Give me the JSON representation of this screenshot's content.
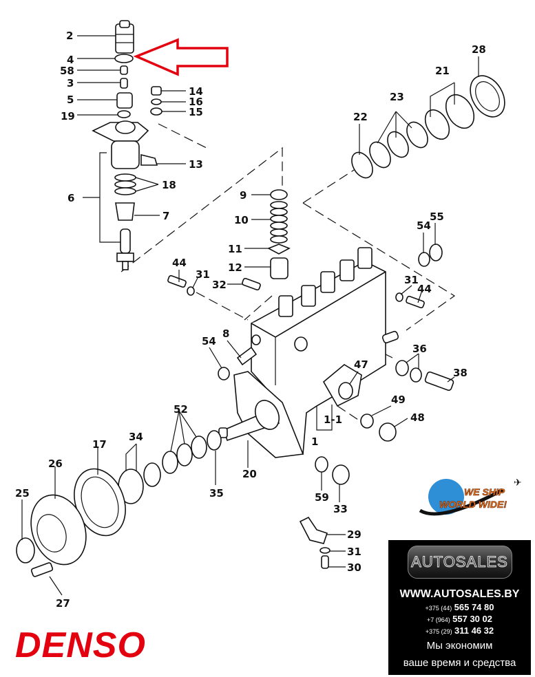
{
  "brand": {
    "name": "DENSO",
    "color": "#e3000f"
  },
  "diagram": {
    "title": "Fuel injection pump exploded parts diagram",
    "highlight_arrow": {
      "color": "#e3000f",
      "points_to_part": "4"
    },
    "labels": [
      "2",
      "4",
      "58",
      "3",
      "5",
      "19",
      "14",
      "16",
      "15",
      "13",
      "18",
      "6",
      "7",
      "9",
      "10",
      "11",
      "12",
      "44",
      "31",
      "32",
      "22",
      "23",
      "21",
      "28",
      "54",
      "55",
      "31",
      "44",
      "8",
      "54",
      "47",
      "36",
      "38",
      "49",
      "48",
      "1-1",
      "1",
      "52",
      "34",
      "17",
      "26",
      "25",
      "27",
      "35",
      "20",
      "59",
      "33",
      "29",
      "31",
      "30"
    ]
  },
  "promo": {
    "shipping_badge": {
      "line1": "WE SHIP",
      "line2": "WORLD WIDE!"
    },
    "ad": {
      "logo_text": "AUTOSALES",
      "website": "WWW.AUTOSALES.BY",
      "phones": [
        {
          "code": "+375 (44)",
          "number": "565 74 80"
        },
        {
          "code": "+7 (964)",
          "number": "557 30 02"
        },
        {
          "code": "+375 (29)",
          "number": "311 46 32"
        }
      ],
      "slogan_line1": "Мы экономим",
      "slogan_line2": "ваше время и средства",
      "background": "#000000"
    }
  }
}
